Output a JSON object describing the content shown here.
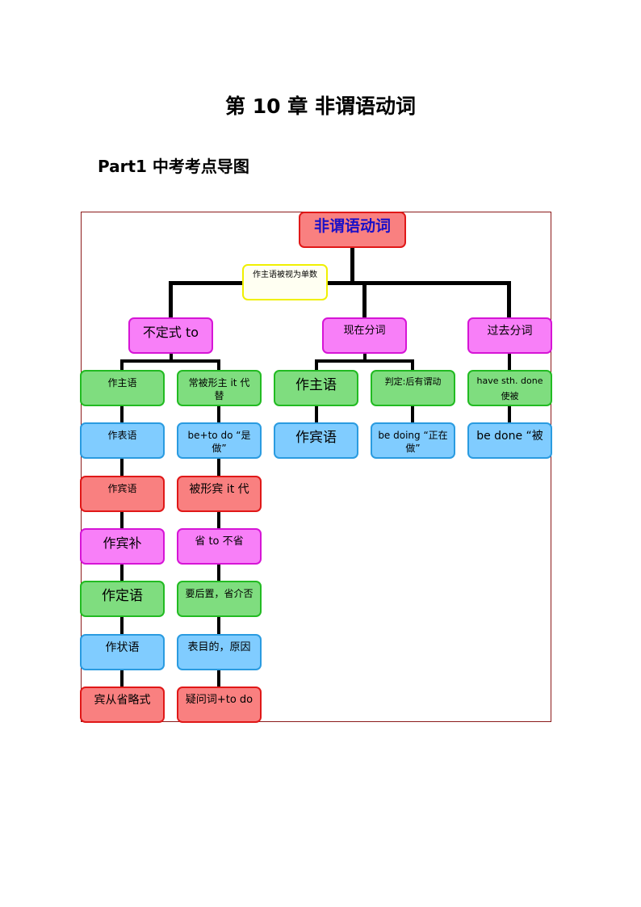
{
  "page_title": "第 10 章  非谓语动词",
  "part_title": "Part1  中考考点导图",
  "root": "非谓语动词",
  "note": "作主语被视为单数",
  "branches": {
    "infinitive": "不定式 to",
    "present_participle": "现在分词",
    "past_participle": "过去分词"
  },
  "infinitive_left": [
    "作主语",
    "作表语",
    "作宾语",
    "作宾补",
    "作定语",
    "作状语",
    "宾从省略式"
  ],
  "infinitive_right": [
    "常被形主 it 代\n替",
    "be+to do  “是\n做”",
    "被形宾 it 代",
    "省 to 不省",
    "要后置，省介否",
    "表目的，原因",
    "疑问词+to do"
  ],
  "present_left": [
    "作主语",
    "作宾语"
  ],
  "present_right": [
    "判定:后有谓动",
    "be doing “正在\n做”"
  ],
  "past": [
    "have sth. done\n使被",
    "be done “被"
  ]
}
